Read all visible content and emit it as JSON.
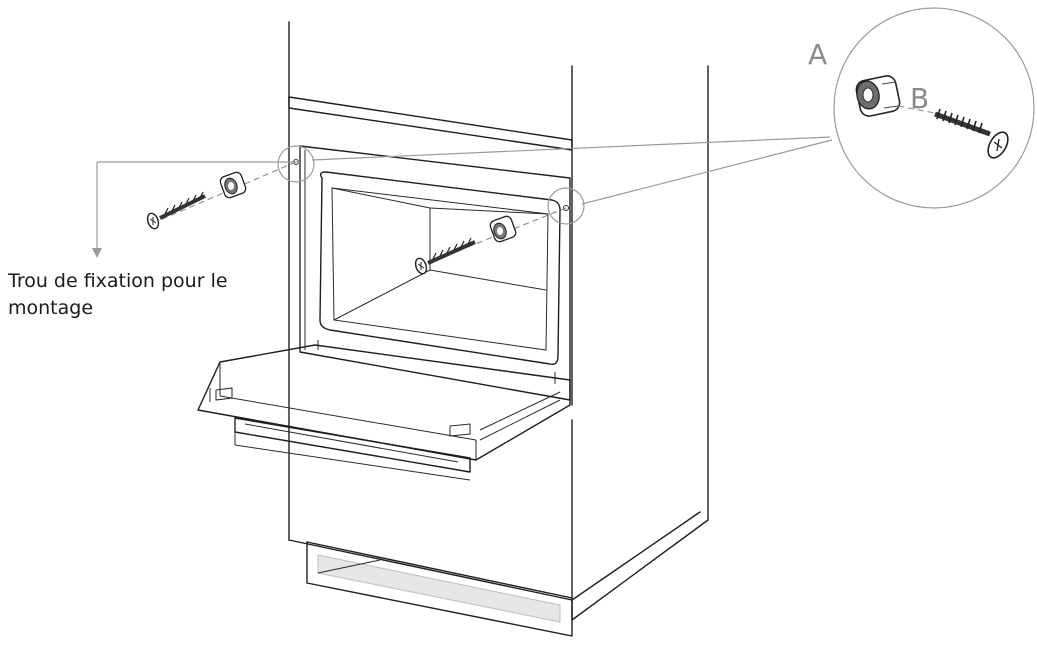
{
  "caption": {
    "line1": "Trou de fixation pour le",
    "line2": "montage"
  },
  "callout": {
    "label_a": "A",
    "label_b": "B"
  },
  "colors": {
    "line": "#1e1e1e",
    "callout_grey": "#9a9a9a",
    "plinth_fill": "#e6e6e6"
  }
}
